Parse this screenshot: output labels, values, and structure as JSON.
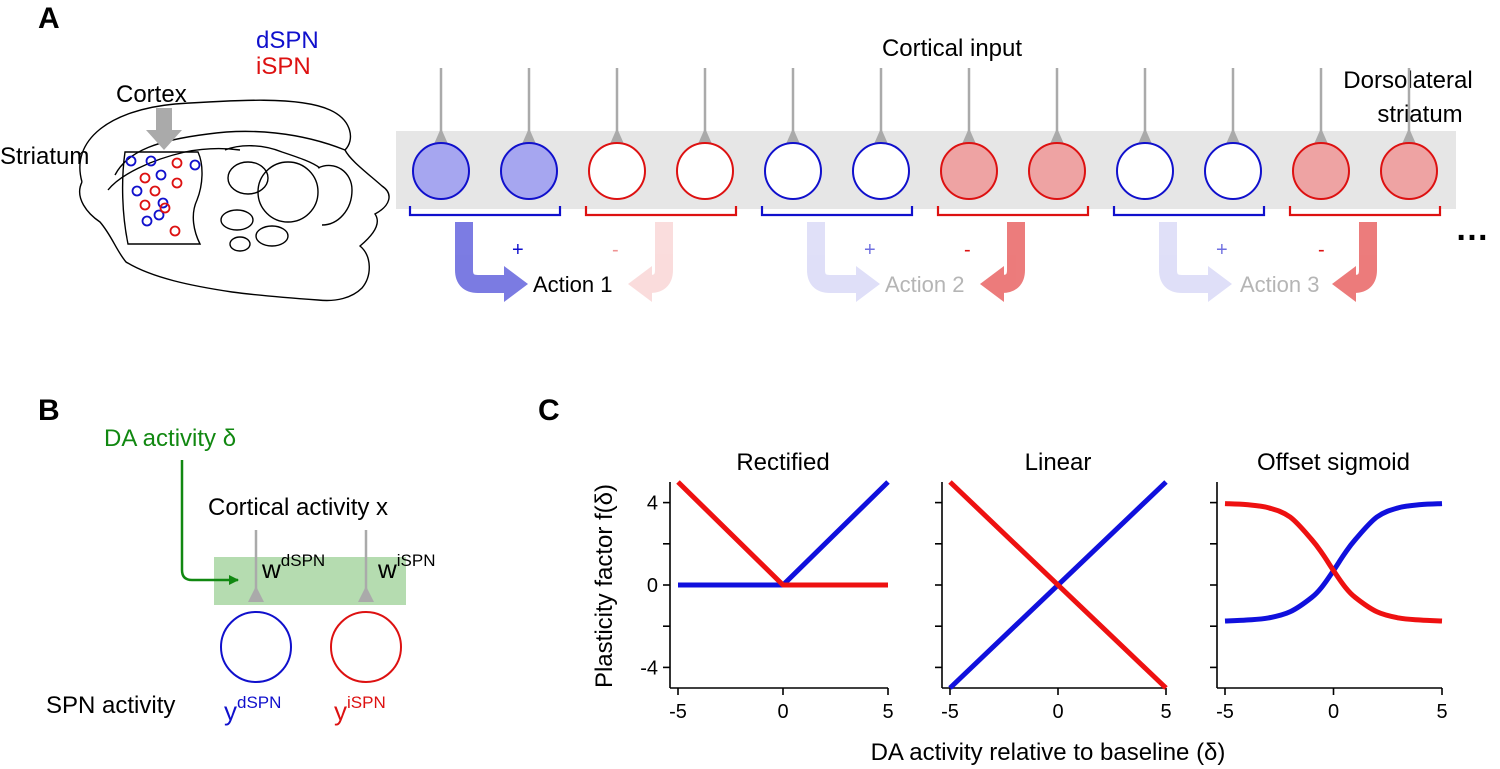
{
  "panelA": {
    "label": "A",
    "legend_dspn": "dSPN",
    "legend_ispn": "iSPN",
    "cortex_label": "Cortex",
    "striatum_label": "Striatum",
    "cortical_input_label": "Cortical input",
    "region_label_line1": "Dorsolateral",
    "region_label_line2": "striatum",
    "ellipsis": "…",
    "neurons": [
      {
        "type": "dSPN",
        "activity": "high"
      },
      {
        "type": "dSPN",
        "activity": "high"
      },
      {
        "type": "iSPN",
        "activity": "low"
      },
      {
        "type": "iSPN",
        "activity": "low"
      },
      {
        "type": "dSPN",
        "activity": "low"
      },
      {
        "type": "dSPN",
        "activity": "low"
      },
      {
        "type": "iSPN",
        "activity": "high"
      },
      {
        "type": "iSPN",
        "activity": "high"
      },
      {
        "type": "dSPN",
        "activity": "low"
      },
      {
        "type": "dSPN",
        "activity": "low"
      },
      {
        "type": "iSPN",
        "activity": "high"
      },
      {
        "type": "iSPN",
        "activity": "high"
      }
    ],
    "actions": [
      {
        "label": "Action 1",
        "plus_sign": "+",
        "minus_sign": "-",
        "selected": true
      },
      {
        "label": "Action 2",
        "plus_sign": "+",
        "minus_sign": "-",
        "selected": false
      },
      {
        "label": "Action 3",
        "plus_sign": "+",
        "minus_sign": "-",
        "selected": false
      }
    ]
  },
  "panelB": {
    "label": "B",
    "da_label": "DA activity δ",
    "cortical_label": "Cortical activity x",
    "w_base": "w",
    "w_d_sup": "dSPN",
    "w_i_sup": "iSPN",
    "spn_activity_label": "SPN activity",
    "y_base": "y",
    "y_d_sup": "dSPN",
    "y_i_sup": "iSPN"
  },
  "panelC": {
    "label": "C",
    "ylabel": "Plasticity factor f(δ)",
    "xlabel": "DA activity relative to baseline (δ)"
  },
  "colors": {
    "dspn": "#1010cc",
    "ispn": "#dd1111",
    "dopamine": "#118811",
    "gray": "#aaaaaa"
  },
  "chart_data": [
    {
      "type": "line",
      "title": "Rectified",
      "xlim": [
        -5,
        5
      ],
      "ylim": [
        -5,
        5
      ],
      "xticks": [
        -5,
        0,
        5
      ],
      "yticks": [
        -4,
        0,
        4
      ],
      "series": [
        {
          "color": "blue",
          "x": [
            -5,
            0,
            5
          ],
          "y": [
            0,
            0,
            5
          ]
        },
        {
          "color": "red",
          "x": [
            -5,
            0,
            5
          ],
          "y": [
            5,
            0,
            0
          ]
        }
      ]
    },
    {
      "type": "line",
      "title": "Linear",
      "xlim": [
        -5,
        5
      ],
      "ylim": [
        -5,
        5
      ],
      "xticks": [
        -5,
        0,
        5
      ],
      "yticks": [
        -4,
        0,
        4
      ],
      "series": [
        {
          "color": "blue",
          "x": [
            -5,
            5
          ],
          "y": [
            -5,
            5
          ]
        },
        {
          "color": "red",
          "x": [
            -5,
            5
          ],
          "y": [
            5,
            -5
          ]
        }
      ]
    },
    {
      "type": "line",
      "title": "Offset sigmoid",
      "xlim": [
        -5,
        5
      ],
      "ylim": [
        -5,
        5
      ],
      "xticks": [
        -5,
        0,
        5
      ],
      "yticks": [
        -4,
        0,
        4
      ],
      "series": [
        {
          "color": "blue",
          "x": [
            -5,
            -4,
            -3,
            -2,
            -1,
            -0.5,
            0,
            0.5,
            1,
            2,
            3,
            4,
            5
          ],
          "y": [
            -1.75,
            -1.7,
            -1.6,
            -1.3,
            -0.6,
            -0.05,
            0.7,
            1.5,
            2.2,
            3.3,
            3.75,
            3.9,
            3.95
          ]
        },
        {
          "color": "red",
          "x": [
            -5,
            -4,
            -3,
            -2,
            -1,
            -0.5,
            0,
            0.5,
            1,
            2,
            3,
            4,
            5
          ],
          "y": [
            3.95,
            3.9,
            3.75,
            3.3,
            2.2,
            1.5,
            0.7,
            -0.05,
            -0.6,
            -1.3,
            -1.6,
            -1.7,
            -1.75
          ]
        }
      ]
    }
  ]
}
